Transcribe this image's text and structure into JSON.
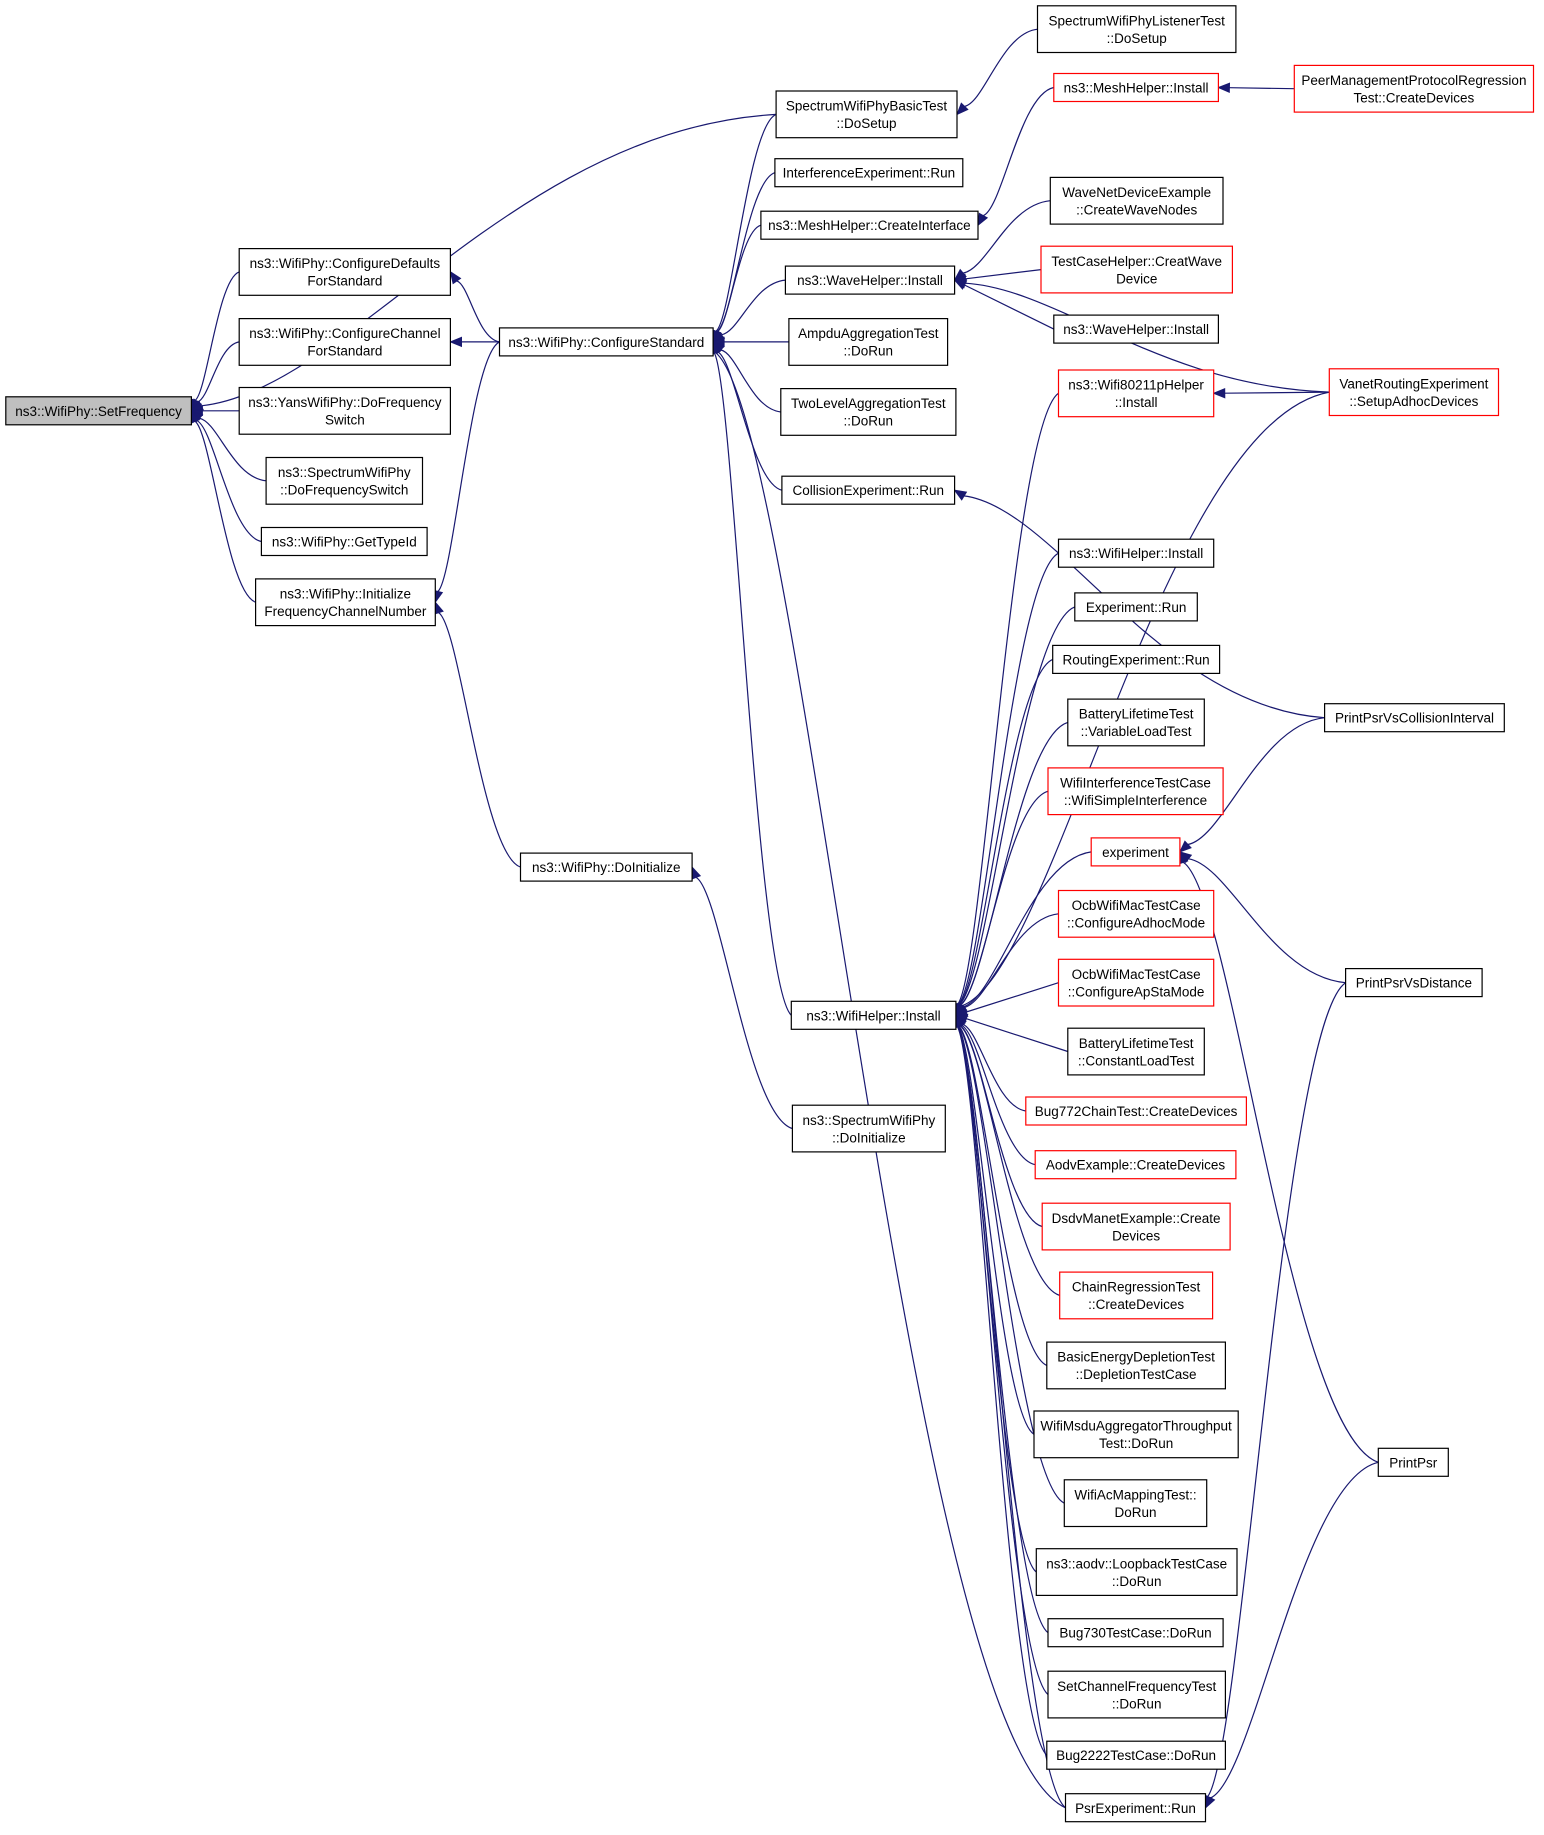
{
  "graph": {
    "title": "",
    "nodes": [
      {
        "id": "n0",
        "lines": [
          "ns3::WifiPhy::SetFrequency"
        ],
        "root": true
      },
      {
        "id": "n1",
        "lines": [
          "ns3::WifiPhy::ConfigureDefaults",
          "ForStandard"
        ]
      },
      {
        "id": "n2",
        "lines": [
          "ns3::WifiPhy::ConfigureChannel",
          "ForStandard"
        ]
      },
      {
        "id": "n3",
        "lines": [
          "ns3::YansWifiPhy::DoFrequency",
          "Switch"
        ]
      },
      {
        "id": "n4",
        "lines": [
          "ns3::SpectrumWifiPhy",
          "::DoFrequencySwitch"
        ]
      },
      {
        "id": "n5",
        "lines": [
          "ns3::WifiPhy::GetTypeId"
        ]
      },
      {
        "id": "n6",
        "lines": [
          "ns3::WifiPhy::Initialize",
          "FrequencyChannelNumber"
        ]
      },
      {
        "id": "n7",
        "lines": [
          "ns3::WifiPhy::ConfigureStandard"
        ]
      },
      {
        "id": "n8",
        "lines": [
          "ns3::WifiPhy::DoInitialize"
        ]
      },
      {
        "id": "n9",
        "lines": [
          "ns3::SpectrumWifiPhy",
          "::DoInitialize"
        ]
      },
      {
        "id": "n10",
        "lines": [
          "SpectrumWifiPhyBasicTest",
          "::DoSetup"
        ]
      },
      {
        "id": "n11",
        "lines": [
          "InterferenceExperiment::Run"
        ]
      },
      {
        "id": "n12",
        "lines": [
          "ns3::MeshHelper::CreateInterface"
        ]
      },
      {
        "id": "n13",
        "lines": [
          "ns3::WaveHelper::Install"
        ]
      },
      {
        "id": "n14",
        "lines": [
          "AmpduAggregationTest",
          "::DoRun"
        ]
      },
      {
        "id": "n15",
        "lines": [
          "TwoLevelAggregationTest",
          "::DoRun"
        ]
      },
      {
        "id": "n16",
        "lines": [
          "CollisionExperiment::Run"
        ]
      },
      {
        "id": "n17",
        "lines": [
          "ns3::WifiHelper::Install"
        ]
      },
      {
        "id": "n18",
        "lines": [
          "SpectrumWifiPhyListenerTest",
          "::DoSetup"
        ]
      },
      {
        "id": "n19",
        "lines": [
          "ns3::MeshHelper::Install"
        ],
        "red": true
      },
      {
        "id": "n20",
        "lines": [
          "WaveNetDeviceExample",
          "::CreateWaveNodes"
        ]
      },
      {
        "id": "n21",
        "lines": [
          "TestCaseHelper::CreatWave",
          "Device"
        ],
        "red": true
      },
      {
        "id": "n22",
        "lines": [
          "ns3::WaveHelper::Install"
        ]
      },
      {
        "id": "n23",
        "lines": [
          "ns3::Wifi80211pHelper",
          "::Install"
        ],
        "red": true
      },
      {
        "id": "n24",
        "lines": [
          "ns3::WifiHelper::Install"
        ]
      },
      {
        "id": "n25",
        "lines": [
          "Experiment::Run"
        ]
      },
      {
        "id": "n26",
        "lines": [
          "RoutingExperiment::Run"
        ]
      },
      {
        "id": "n27",
        "lines": [
          "BatteryLifetimeTest",
          "::VariableLoadTest"
        ]
      },
      {
        "id": "n28",
        "lines": [
          "WifiInterferenceTestCase",
          "::WifiSimpleInterference"
        ],
        "red": true
      },
      {
        "id": "n29",
        "lines": [
          "experiment"
        ],
        "red": true
      },
      {
        "id": "n30",
        "lines": [
          "OcbWifiMacTestCase",
          "::ConfigureAdhocMode"
        ],
        "red": true
      },
      {
        "id": "n31",
        "lines": [
          "OcbWifiMacTestCase",
          "::ConfigureApStaMode"
        ],
        "red": true
      },
      {
        "id": "n32",
        "lines": [
          "BatteryLifetimeTest",
          "::ConstantLoadTest"
        ]
      },
      {
        "id": "n33",
        "lines": [
          "Bug772ChainTest::CreateDevices"
        ],
        "red": true
      },
      {
        "id": "n34",
        "lines": [
          "AodvExample::CreateDevices"
        ],
        "red": true
      },
      {
        "id": "n35",
        "lines": [
          "DsdvManetExample::Create",
          "Devices"
        ],
        "red": true
      },
      {
        "id": "n36",
        "lines": [
          "ChainRegressionTest",
          "::CreateDevices"
        ],
        "red": true
      },
      {
        "id": "n37",
        "lines": [
          "BasicEnergyDepletionTest",
          "::DepletionTestCase"
        ]
      },
      {
        "id": "n38",
        "lines": [
          "WifiMsduAggregatorThroughput",
          "Test::DoRun"
        ]
      },
      {
        "id": "n39",
        "lines": [
          "WifiAcMappingTest::",
          "DoRun"
        ]
      },
      {
        "id": "n40",
        "lines": [
          "ns3::aodv::LoopbackTestCase",
          "::DoRun"
        ]
      },
      {
        "id": "n41",
        "lines": [
          "Bug730TestCase::DoRun"
        ]
      },
      {
        "id": "n42",
        "lines": [
          "SetChannelFrequencyTest",
          "::DoRun"
        ]
      },
      {
        "id": "n43",
        "lines": [
          "Bug2222TestCase::DoRun"
        ]
      },
      {
        "id": "n44",
        "lines": [
          "PsrExperiment::Run"
        ]
      },
      {
        "id": "n45",
        "lines": [
          "PeerManagementProtocolRegression",
          "Test::CreateDevices"
        ],
        "red": true
      },
      {
        "id": "n46",
        "lines": [
          "VanetRoutingExperiment",
          "::SetupAdhocDevices"
        ],
        "red": true
      },
      {
        "id": "n47",
        "lines": [
          "PrintPsrVsCollisionInterval"
        ]
      },
      {
        "id": "n48",
        "lines": [
          "PrintPsrVsDistance"
        ]
      },
      {
        "id": "n49",
        "lines": [
          "PrintPsr"
        ]
      }
    ],
    "edges": [
      [
        "n0",
        "n1"
      ],
      [
        "n0",
        "n2"
      ],
      [
        "n0",
        "n3"
      ],
      [
        "n0",
        "n4"
      ],
      [
        "n0",
        "n5"
      ],
      [
        "n0",
        "n6"
      ],
      [
        "n0",
        "n10"
      ],
      [
        "n1",
        "n7"
      ],
      [
        "n2",
        "n7"
      ],
      [
        "n6",
        "n7"
      ],
      [
        "n6",
        "n8"
      ],
      [
        "n8",
        "n9"
      ],
      [
        "n7",
        "n10"
      ],
      [
        "n7",
        "n11"
      ],
      [
        "n7",
        "n12"
      ],
      [
        "n7",
        "n13"
      ],
      [
        "n7",
        "n14"
      ],
      [
        "n7",
        "n15"
      ],
      [
        "n7",
        "n16"
      ],
      [
        "n7",
        "n17"
      ],
      [
        "n7",
        "n44"
      ],
      [
        "n10",
        "n18"
      ],
      [
        "n12",
        "n19"
      ],
      [
        "n19",
        "n45"
      ],
      [
        "n13",
        "n20"
      ],
      [
        "n13",
        "n21"
      ],
      [
        "n13",
        "n22"
      ],
      [
        "n13",
        "n46"
      ],
      [
        "n23",
        "n46"
      ],
      [
        "n16",
        "n47"
      ],
      [
        "n17",
        "n23"
      ],
      [
        "n17",
        "n46"
      ],
      [
        "n17",
        "n24"
      ],
      [
        "n17",
        "n25"
      ],
      [
        "n17",
        "n26"
      ],
      [
        "n17",
        "n27"
      ],
      [
        "n17",
        "n28"
      ],
      [
        "n17",
        "n29"
      ],
      [
        "n17",
        "n30"
      ],
      [
        "n17",
        "n31"
      ],
      [
        "n17",
        "n32"
      ],
      [
        "n17",
        "n33"
      ],
      [
        "n17",
        "n34"
      ],
      [
        "n17",
        "n35"
      ],
      [
        "n17",
        "n36"
      ],
      [
        "n17",
        "n37"
      ],
      [
        "n17",
        "n38"
      ],
      [
        "n17",
        "n39"
      ],
      [
        "n17",
        "n40"
      ],
      [
        "n17",
        "n41"
      ],
      [
        "n17",
        "n42"
      ],
      [
        "n17",
        "n43"
      ],
      [
        "n17",
        "n44"
      ],
      [
        "n29",
        "n47"
      ],
      [
        "n29",
        "n48"
      ],
      [
        "n29",
        "n49"
      ],
      [
        "n44",
        "n48"
      ],
      [
        "n44",
        "n49"
      ]
    ]
  }
}
